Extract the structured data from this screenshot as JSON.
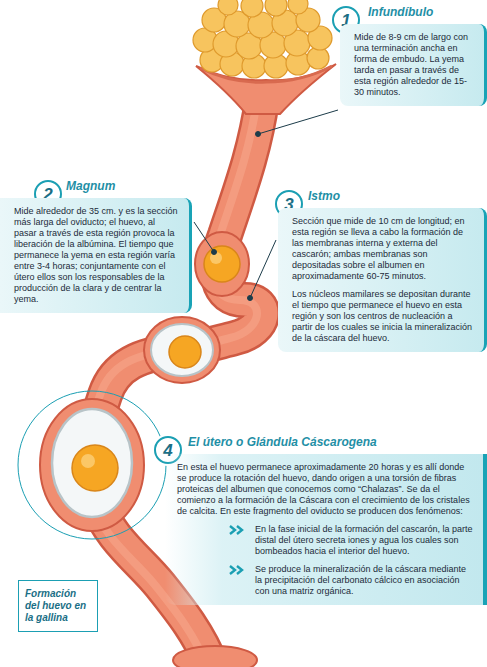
{
  "diagram": {
    "nodes": [
      {
        "text": [
          "1"
        ]
      },
      {
        "text": [
          "Infundíbulo",
          "Mide de 8-9 cm de largo con una terminación ancha en forma de embudo. La yema tarda en pasar a través de esta región alrededor de 15-30 minutos."
        ]
      },
      {
        "text": [
          "2"
        ]
      },
      {
        "text": [
          "Magnum",
          "Mide alrededor de 35 cm. y es la sección más larga del oviducto; el huevo, al pasar a través de esta región provoca la liberación de la albúmina. El tiempo que permanece la yema en esta región varía entre 3-4 horas; conjuntamente con el útero ellos son los responsables de la producción de la clara y de centrar la yema."
        ]
      },
      {
        "text": [
          "3"
        ]
      },
      {
        "text": [
          "Istmo",
          "Sección que mide de 10 cm de longitud; en esta región se lleva a cabo la formación de las membranas interna y externa del cascarón; ambas membranas son depositadas sobre el albumen en aproximadamente 60-75 minutos.",
          "Los núcleos mamilares se depositan durante el tiempo que permanece el huevo en esta región y son los centros de nucleación a partir de los cuales se inicia la mineralización de la cáscara del huevo."
        ]
      },
      {
        "text": [
          "4"
        ]
      },
      {
        "text": [
          "El útero o Glándula Cáscarogena",
          "En esta el huevo permanece aproximadamente 20 horas y es allí donde se produce la rotación del huevo, dando origen a una torsión de fibras proteicas del albumen que conocemos como “Chalazas”. Se da el comienzo a la formación de la Cáscara con el crecimiento de los cristales de calcita. En este fragmento del oviducto se producen dos fenómenos:",
          "En la fase inicial de la formación del cascarón, la parte distal del útero secreta iones y agua los cuales son bombeados hacia el interior del huevo.",
          "Se produce la mineralización de la cáscara mediante la precipitación del carbonato cálcico en asociación con una matriz orgánica."
        ]
      },
      {
        "text": [
          "Formación del huevo en la gallina"
        ]
      }
    ]
  }
}
